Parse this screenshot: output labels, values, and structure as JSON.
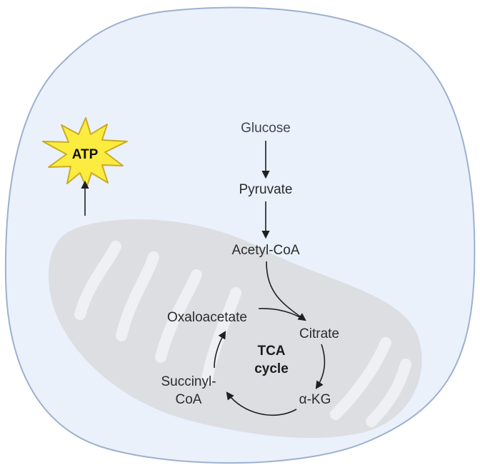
{
  "labels": {
    "glucose": "Glucose",
    "pyruvate": "Pyruvate",
    "acetyl_coa": "Acetyl-CoA",
    "citrate": "Citrate",
    "alpha_kg": "α-KG",
    "succinyl_line1": "Succinyl-",
    "succinyl_line2": "CoA",
    "oxaloacetate": "Oxaloacetate",
    "tca_line1": "TCA",
    "tca_line2": "cycle",
    "atp": "ATP"
  },
  "colors": {
    "cell_fill": "#eaf1fb",
    "cell_stroke": "#9db0cf",
    "mitochondrion": "#dcdee2",
    "cristae": "#eef0f3",
    "atp_burst": "#fbec3f",
    "atp_burst_stroke": "#c9ac22",
    "arrow": "#1f1f1f"
  },
  "icons": {
    "cell": "cell-membrane-icon",
    "mitochondrion": "mitochondrion-icon",
    "atp": "starburst-icon"
  }
}
